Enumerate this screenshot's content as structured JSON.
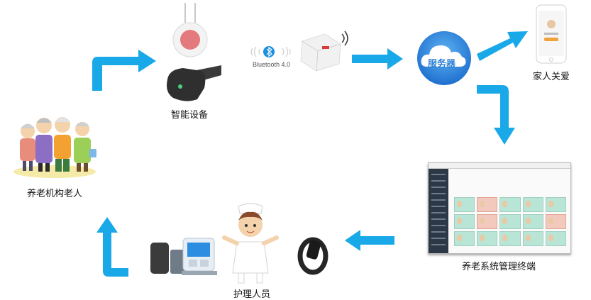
{
  "nodes": {
    "elderly": "养老机构老人",
    "smart_device": "智能设备",
    "bluetooth": "Bluetooth 4.0",
    "server": "服务器",
    "family": "家人关爱",
    "system": "养老系统管理终端",
    "caregiver": "护理人员"
  },
  "colors": {
    "arrow": "#1aa9e8",
    "server_blue": "#2a7fd4"
  }
}
